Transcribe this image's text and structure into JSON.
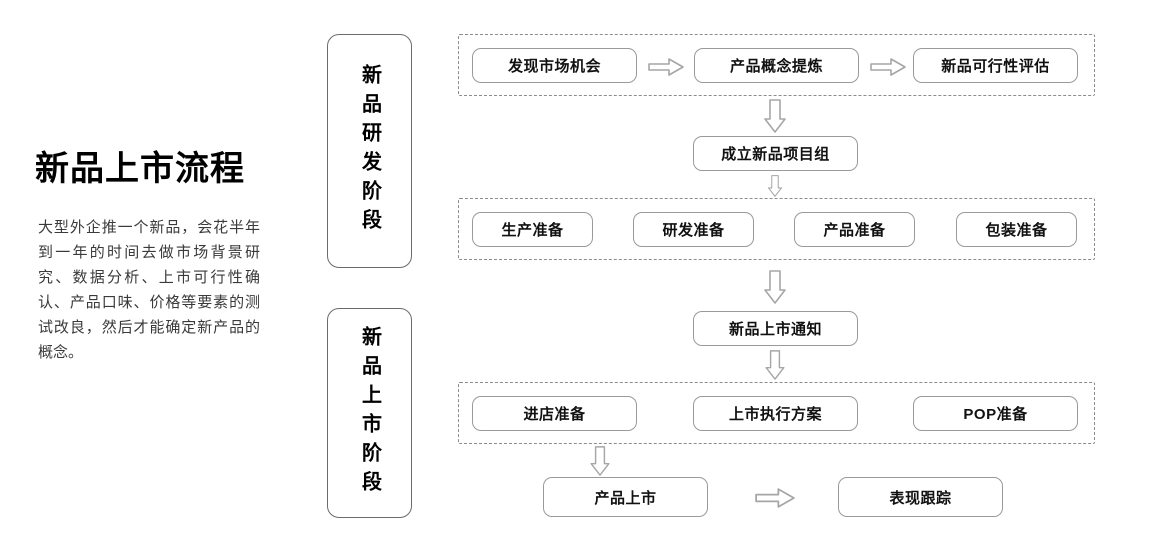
{
  "intro": {
    "title": "新品上市流程",
    "body": "大型外企推一个新品，会花半年到一年的时间去做市场背景研究、数据分析、上市可行性确认、产品口味、价格等要素的测试改良，然后才能确定新产品的概念。"
  },
  "stages": [
    {
      "label": "新品研发阶段"
    },
    {
      "label": "新品上市阶段"
    }
  ],
  "rows": {
    "research_row": {
      "nodes": [
        {
          "label": "发现市场机会"
        },
        {
          "label": "产品概念提炼"
        },
        {
          "label": "新品可行性评估"
        }
      ]
    },
    "project_node": {
      "label": "成立新品项目组"
    },
    "prep_row": {
      "nodes": [
        {
          "label": "生产准备"
        },
        {
          "label": "研发准备"
        },
        {
          "label": "产品准备"
        },
        {
          "label": "包装准备"
        }
      ]
    },
    "notice_node": {
      "label": "新品上市通知"
    },
    "launch_row": {
      "nodes": [
        {
          "label": "进店准备"
        },
        {
          "label": "上市执行方案"
        },
        {
          "label": "POP准备"
        }
      ]
    },
    "final_row": {
      "nodes": [
        {
          "label": "产品上市"
        },
        {
          "label": "表现跟踪"
        }
      ]
    }
  },
  "icons": {
    "arrow_right": "arrow-right-icon",
    "arrow_down": "arrow-down-icon"
  },
  "colors": {
    "background": "#ffffff",
    "node_border": "#9a9a9a",
    "dashed_border": "#8c8c8c",
    "stage_border": "#6b6b6b",
    "arrow_stroke": "#a6a6a6",
    "text": "#111111",
    "body_text": "#3a3a3a"
  }
}
